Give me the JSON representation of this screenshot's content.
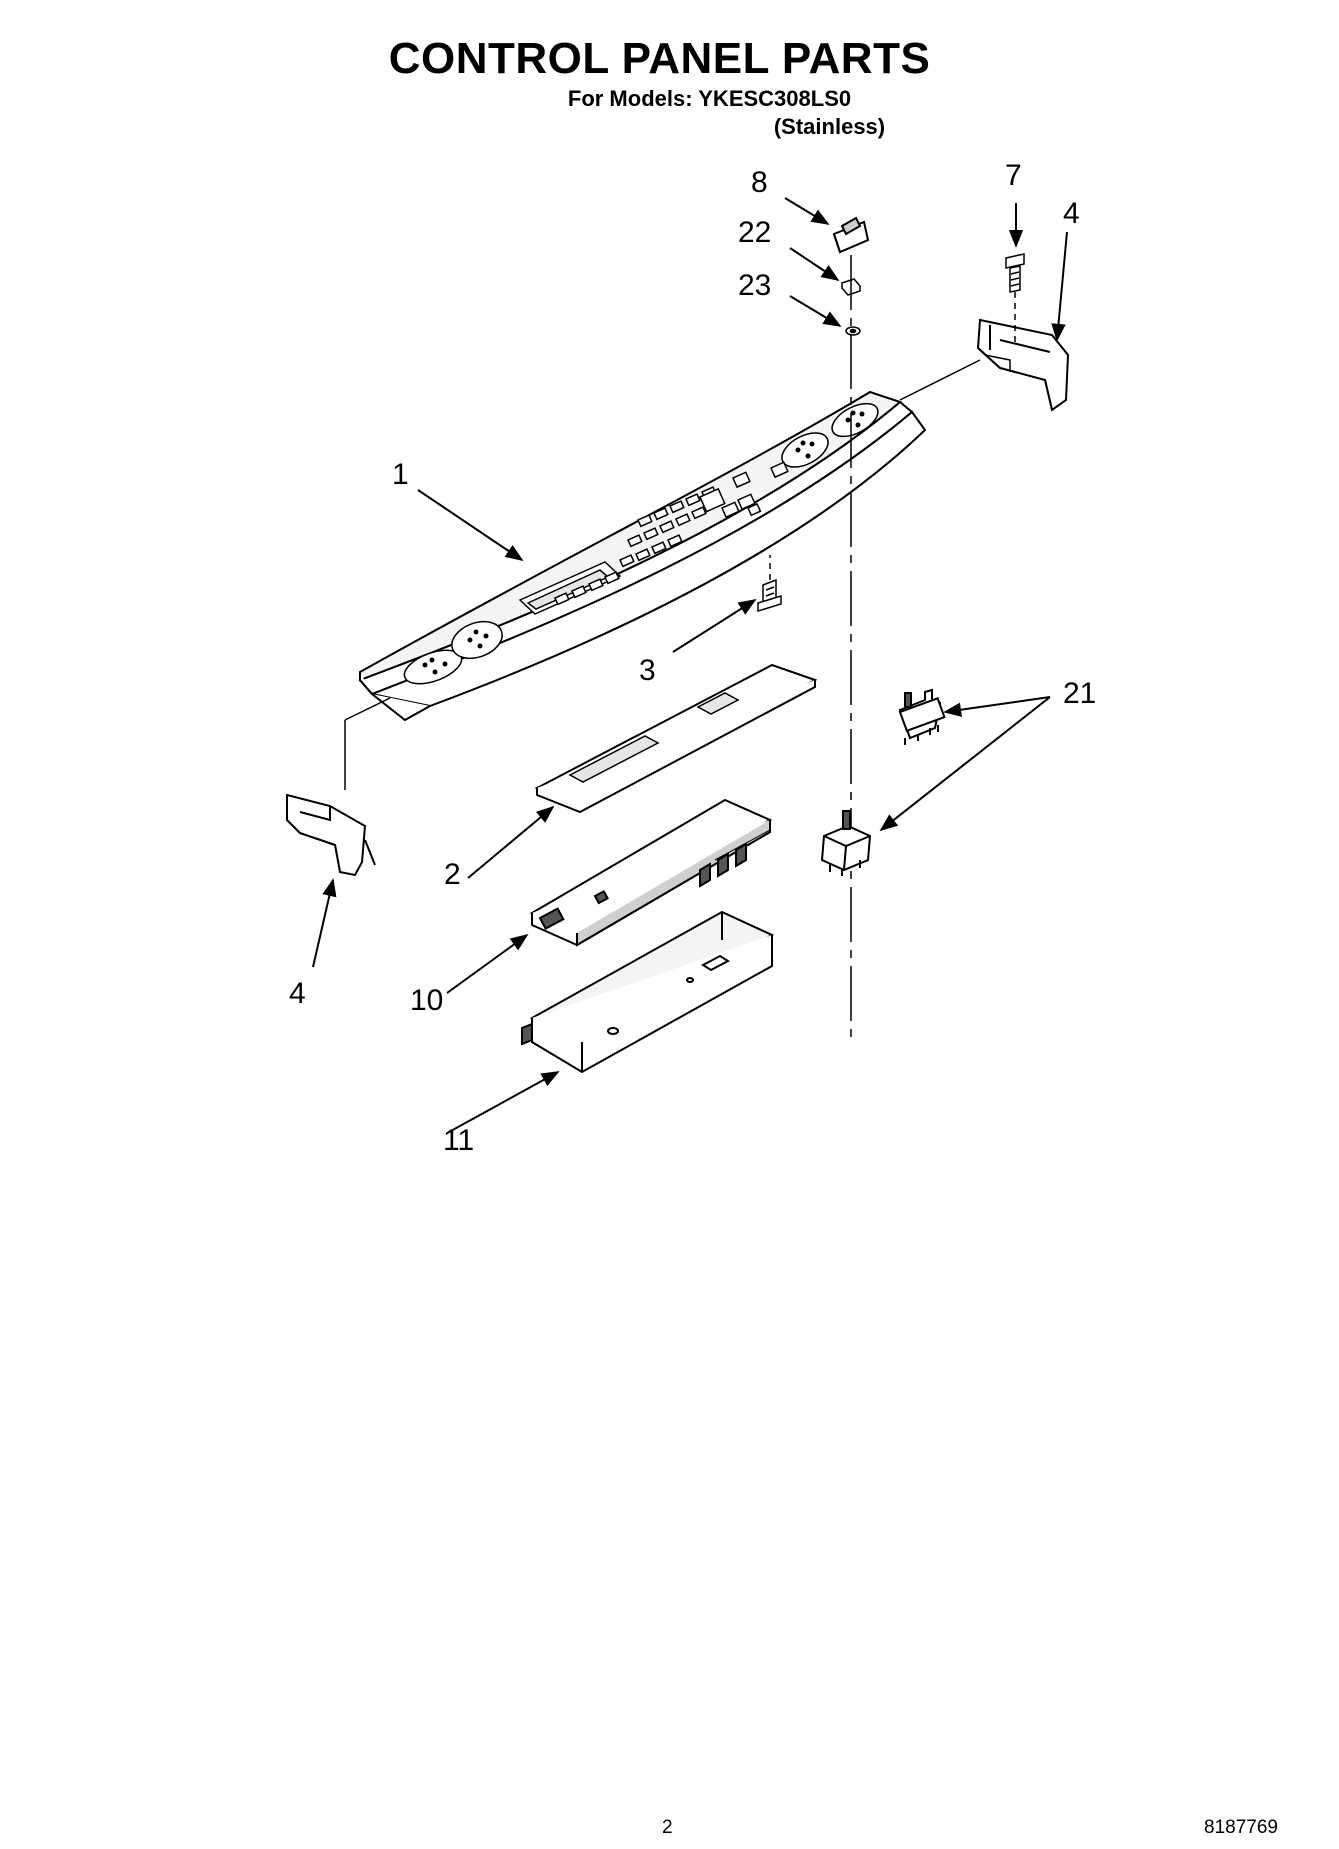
{
  "header": {
    "title": "CONTROL PANEL PARTS",
    "models": "For Models: YKESC308LS0",
    "variant": "(Stainless)"
  },
  "callouts": {
    "c1": "1",
    "c2": "2",
    "c3": "3",
    "c4_left": "4",
    "c4_right": "4",
    "c7": "7",
    "c8": "8",
    "c10": "10",
    "c11": "11",
    "c21": "21",
    "c22": "22",
    "c23": "23"
  },
  "footer": {
    "page_number": "2",
    "doc_number": "8187769"
  }
}
